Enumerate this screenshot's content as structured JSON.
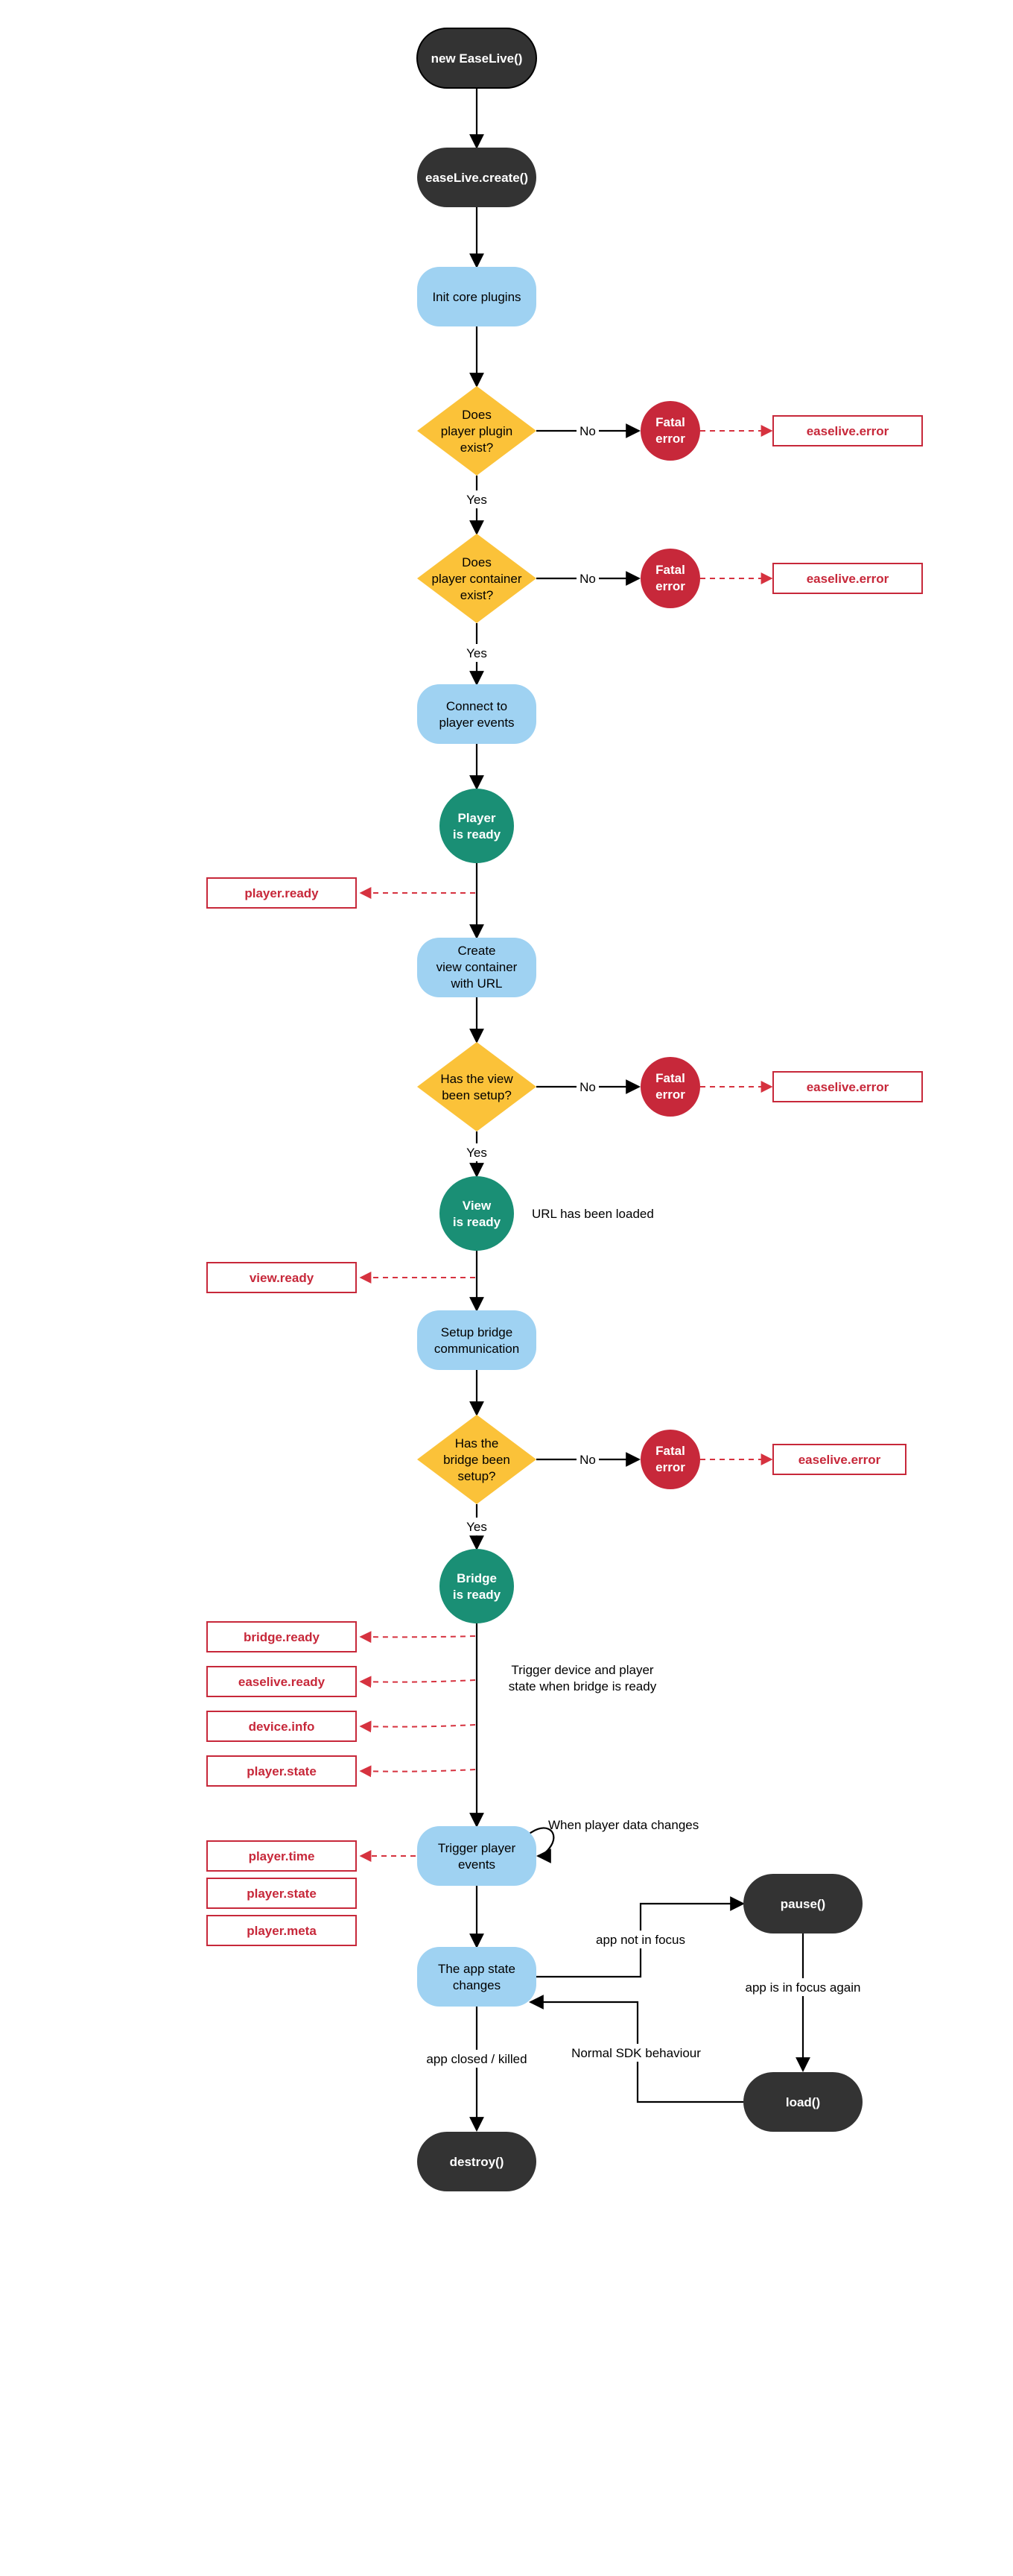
{
  "colors": {
    "terminal": "#333333",
    "process": "#9fd2f2",
    "decision": "#fbc239",
    "fatal": "#c7283a",
    "ready": "#1a8f75",
    "event_border": "#c7283a"
  },
  "nodes": {
    "new_easelive": "new EaseLive()",
    "easelive_create": "easeLive.create()",
    "init_core_plugins": "Init core plugins",
    "q_player_plugin": [
      "Does",
      "player plugin",
      "exist?"
    ],
    "q_player_container": [
      "Does",
      "player container",
      "exist?"
    ],
    "connect_player_events": [
      "Connect to",
      "player events"
    ],
    "player_ready": [
      "Player",
      "is ready"
    ],
    "create_view_container": [
      "Create",
      "view container",
      "with URL"
    ],
    "q_view_setup": [
      "Has the view",
      "been setup?"
    ],
    "view_ready": [
      "View",
      "is ready"
    ],
    "setup_bridge": [
      "Setup bridge",
      "communication"
    ],
    "q_bridge_setup": [
      "Has the",
      "bridge been",
      "setup?"
    ],
    "bridge_ready": [
      "Bridge",
      "is ready"
    ],
    "trigger_player_events": [
      "Trigger player",
      "events"
    ],
    "app_state_changes": [
      "The app state",
      "changes"
    ],
    "pause": "pause()",
    "load": "load()",
    "destroy": "destroy()",
    "fatal_error": [
      "Fatal",
      "error"
    ]
  },
  "events": {
    "easelive_error": "easelive.error",
    "player_ready": "player.ready",
    "view_ready": "view.ready",
    "bridge_ready": "bridge.ready",
    "easelive_ready": "easelive.ready",
    "device_info": "device.info",
    "player_state": "player.state",
    "player_time": "player.time",
    "player_meta": "player.meta"
  },
  "labels": {
    "yes": "Yes",
    "no": "No",
    "url_loaded": "URL has been loaded",
    "trigger_device": [
      "Trigger device and player",
      "state when bridge is ready"
    ],
    "player_data_changes": "When player data changes",
    "app_not_in_focus": "app not in focus",
    "app_in_focus_again": "app is in focus again",
    "normal_sdk": "Normal SDK behaviour",
    "app_closed": "app closed /  killed"
  }
}
